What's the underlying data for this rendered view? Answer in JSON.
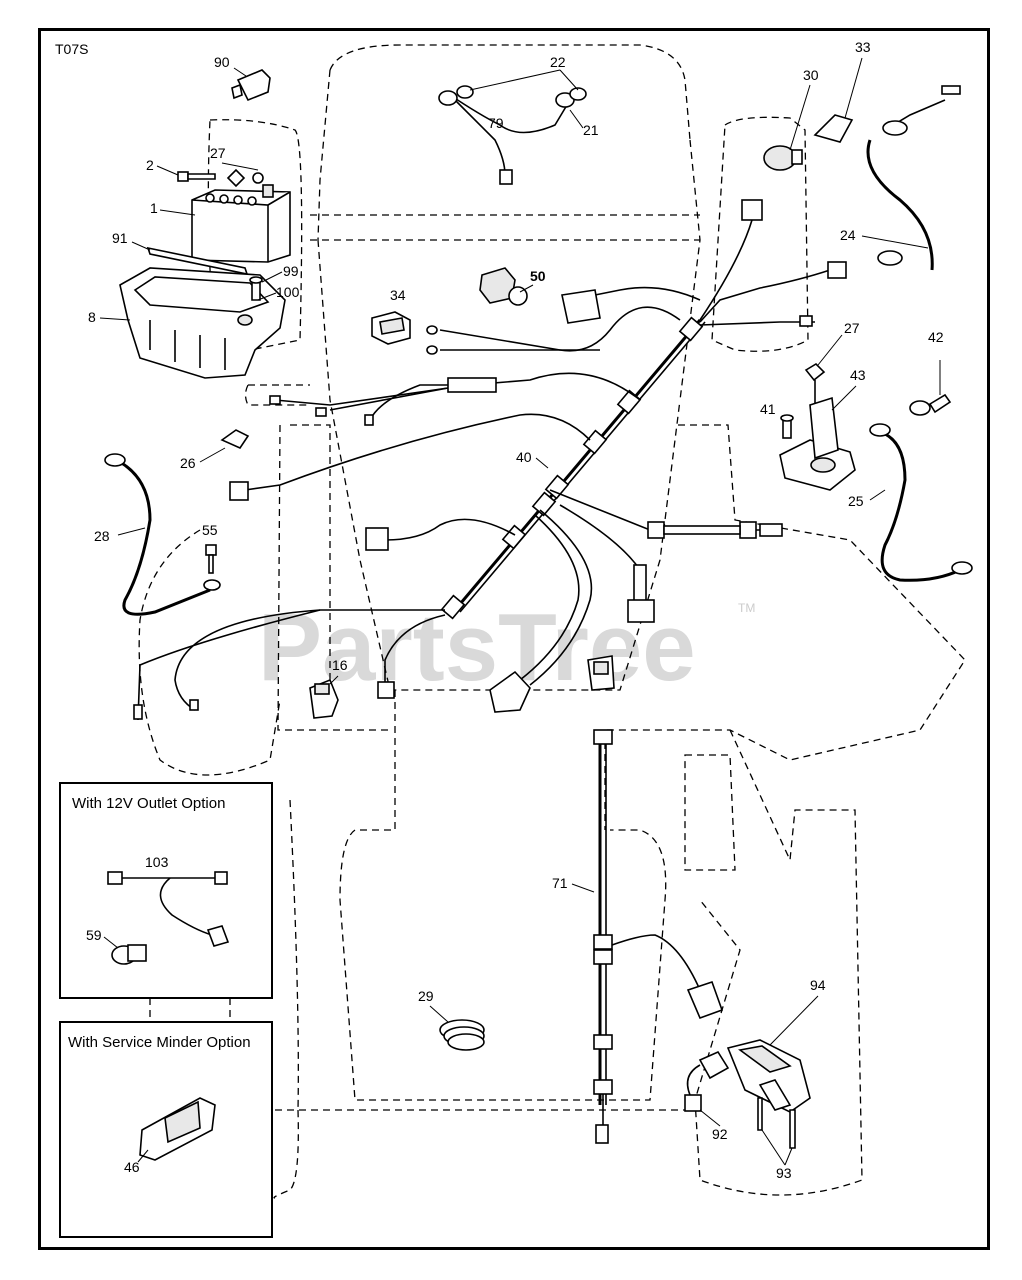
{
  "diagram_code": "T07S",
  "watermark": {
    "text": "PartsTree",
    "trademark": "TM"
  },
  "part_labels": {
    "p90": "90",
    "p22": "22",
    "p30": "30",
    "p33": "33",
    "p79": "79",
    "p21": "21",
    "p2": "2",
    "p27a": "27",
    "p1": "1",
    "p91": "91",
    "p99": "99",
    "p100": "100",
    "p8": "8",
    "p24": "24",
    "p50": "50",
    "p34": "34",
    "p27b": "27",
    "p42": "42",
    "p43": "43",
    "p41": "41",
    "p26": "26",
    "p40": "40",
    "p25": "25",
    "p28": "28",
    "p55": "55",
    "p16": "16",
    "p71": "71",
    "p29": "29",
    "p94": "94",
    "p92": "92",
    "p93": "93",
    "p103": "103",
    "p59": "59",
    "p46": "46"
  },
  "options": {
    "outlet": {
      "title": "With 12V Outlet Option"
    },
    "service": {
      "title": "With Service Minder Option"
    }
  }
}
